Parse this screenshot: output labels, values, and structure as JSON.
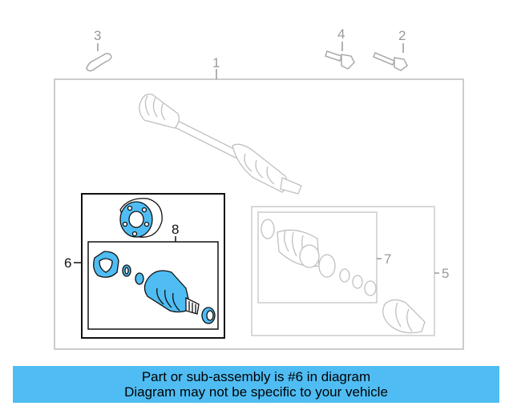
{
  "callouts": {
    "c1": "1",
    "c2": "2",
    "c3": "3",
    "c4": "4",
    "c5": "5",
    "c6": "6",
    "c7": "7",
    "c8": "8"
  },
  "banner": {
    "line1": "Part or sub-assembly is #6 in diagram",
    "line2": "Diagram may not be specific to your vehicle"
  },
  "colors": {
    "highlight": "#4fbdf3",
    "ghost": "#c8c8c8",
    "frame": "#cccccc"
  }
}
